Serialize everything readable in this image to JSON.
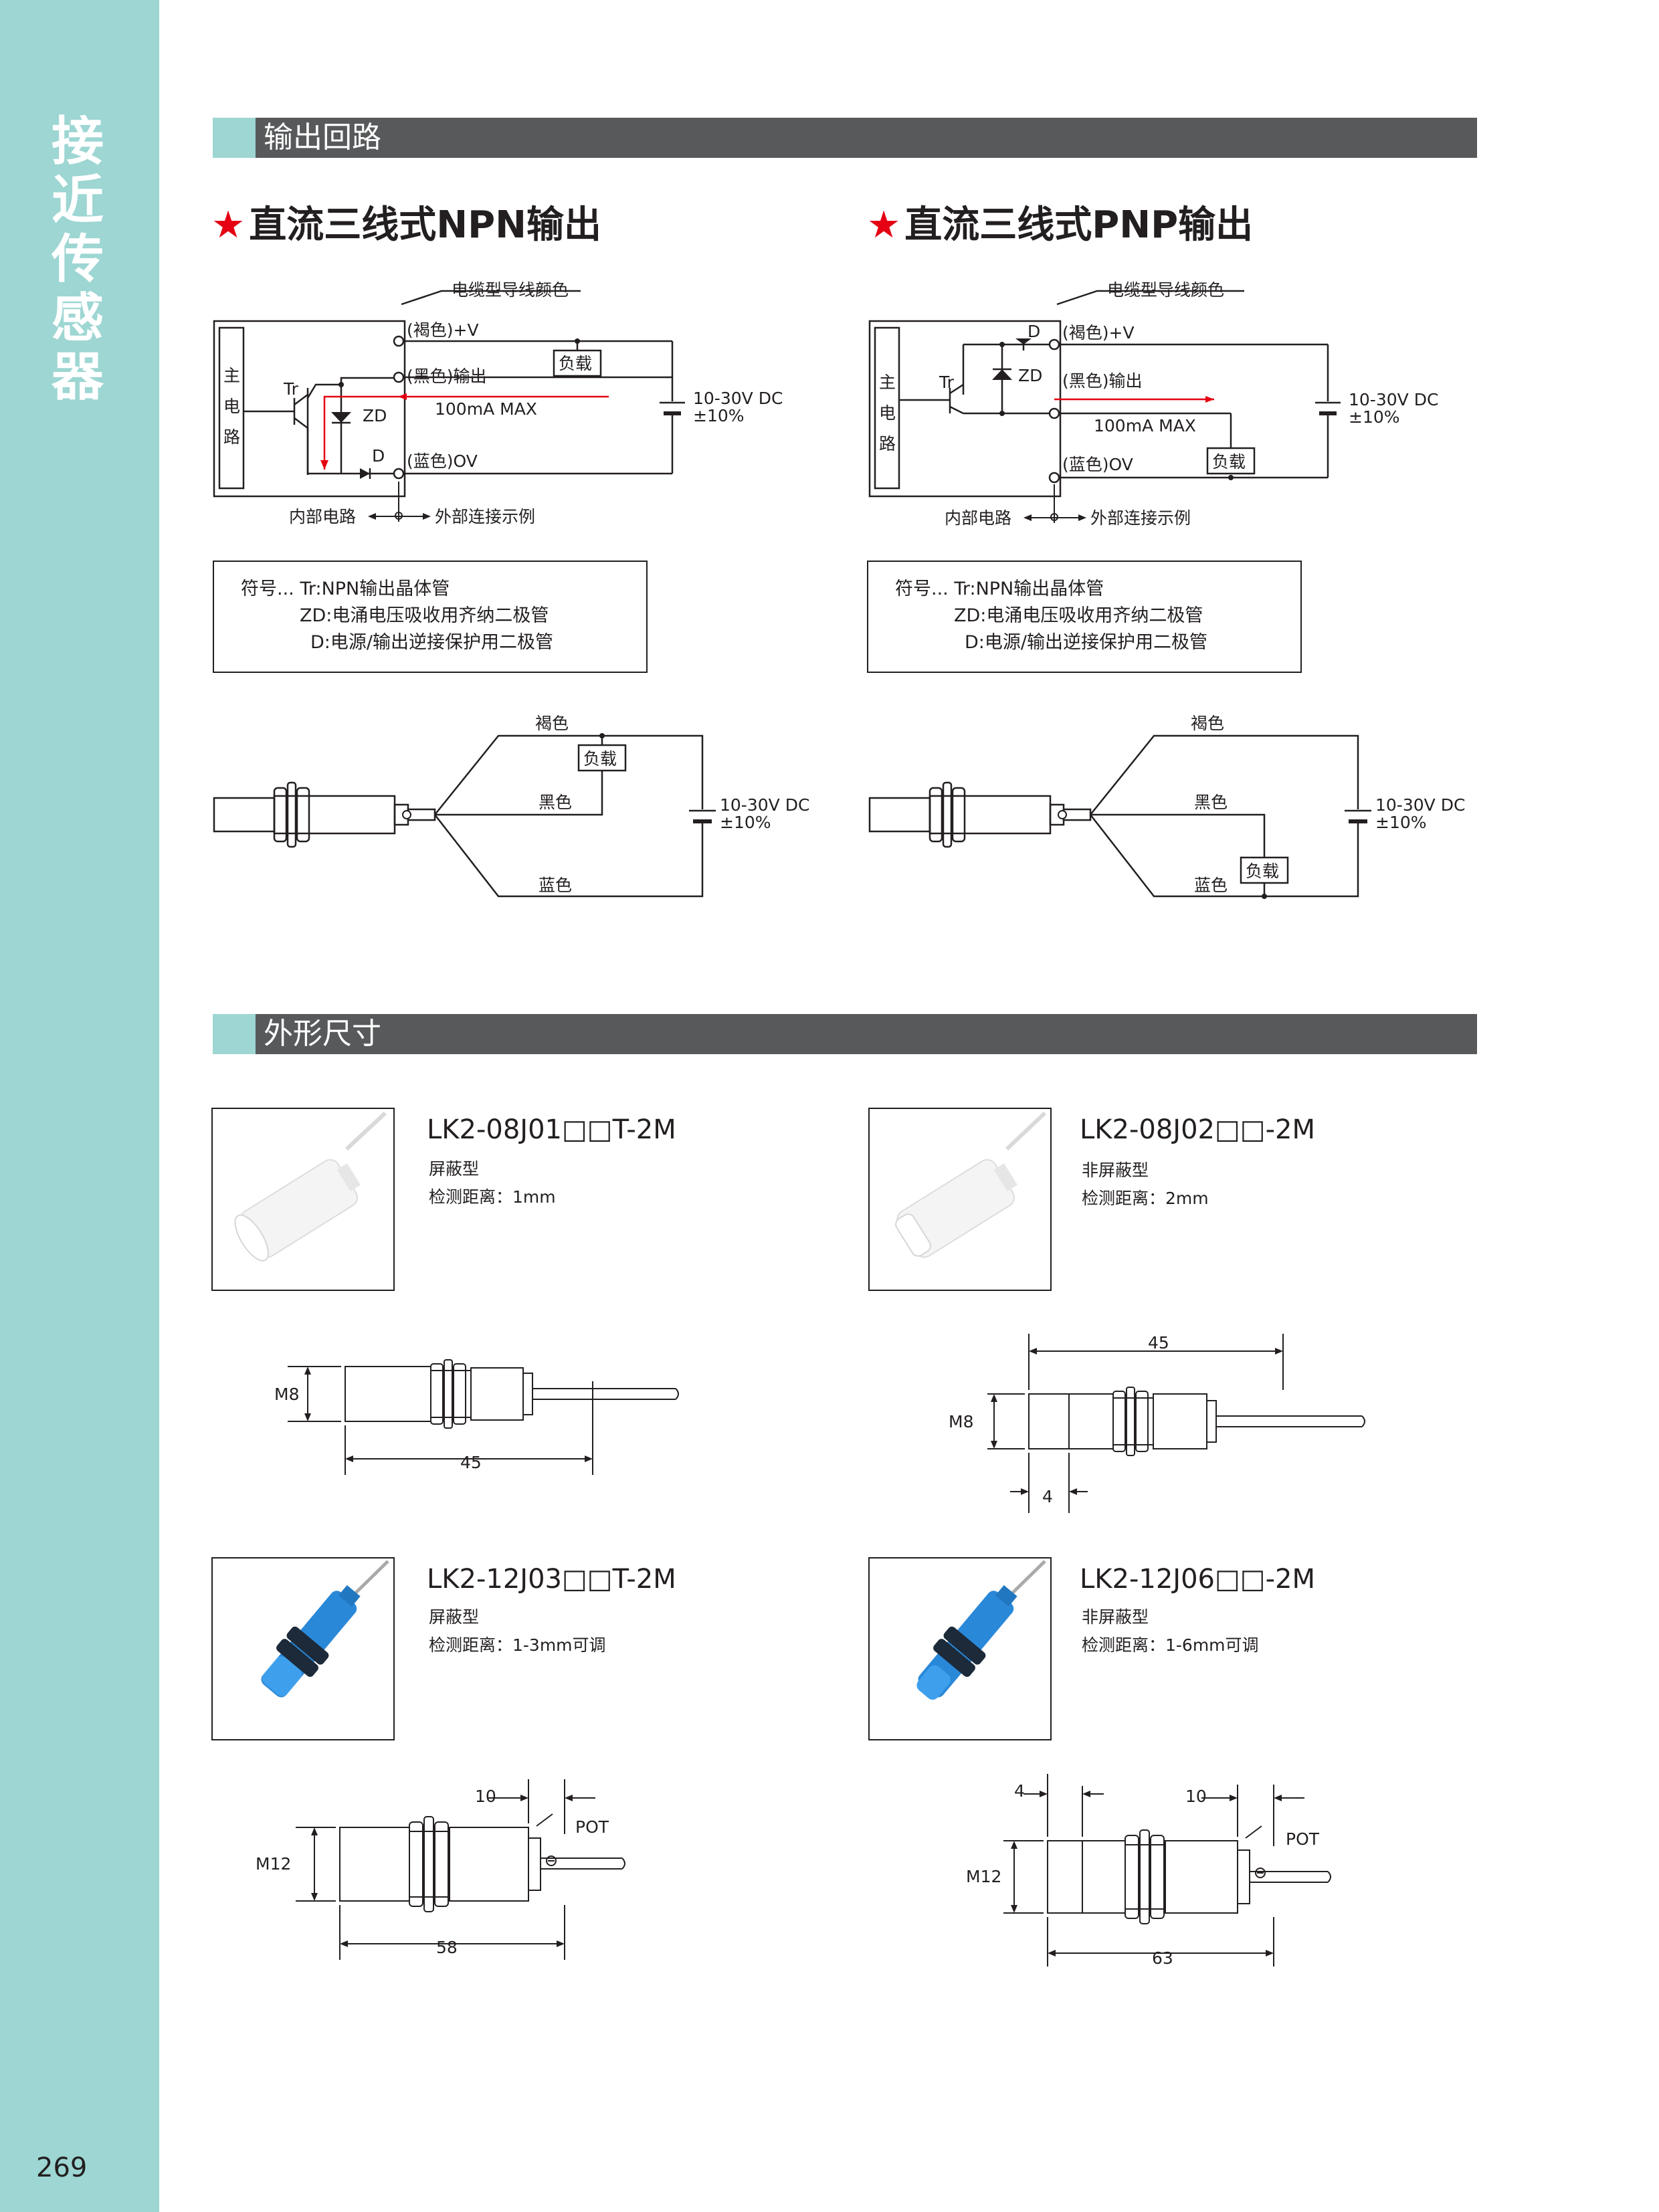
{
  "sidebar": {
    "title_chars": [
      "接",
      "近",
      "传",
      "感",
      "器"
    ],
    "page_number": "269"
  },
  "section_output": {
    "label": "输出回路"
  },
  "section_dimensions": {
    "label": "外形尺寸"
  },
  "npn": {
    "heading": "直流三线式NPN输出",
    "wire_color_caption": "电缆型导线颜色",
    "brown_v": "(褐色)+V",
    "black_out": "(黑色)输出",
    "blue_0v": "(蓝色)OV",
    "load": "负载",
    "current": "100mA MAX",
    "voltage": "10-30V DC",
    "tolerance": "±10%",
    "main_circuit_chars": [
      "主",
      "电",
      "路"
    ],
    "tr": "Tr",
    "zd": "ZD",
    "d": "D",
    "internal": "内部电路",
    "external": "外部连接示例",
    "legend_line1": "符号...   Tr:NPN输出晶体管",
    "legend_line2": "ZD:电涌电压吸收用齐纳二极管",
    "legend_line3": "D:电源/输出逆接保护用二极管",
    "wire_brown": "褐色",
    "wire_black": "黑色",
    "wire_blue": "蓝色"
  },
  "pnp": {
    "heading": "直流三线式PNP输出",
    "wire_color_caption": "电缆型导线颜色",
    "brown_v": "(褐色)+V",
    "black_out": "(黑色)输出",
    "blue_0v": "(蓝色)OV",
    "load": "负载",
    "current": "100mA MAX",
    "voltage": "10-30V DC",
    "tolerance": "±10%",
    "main_circuit_chars": [
      "主",
      "电",
      "路"
    ],
    "tr": "Tr",
    "zd": "ZD",
    "d": "D",
    "internal": "内部电路",
    "external": "外部连接示例",
    "legend_line1": "符号...   Tr:NPN输出晶体管",
    "legend_line2": "ZD:电涌电压吸收用齐纳二极管",
    "legend_line3": "D:电源/输出逆接保护用二极管",
    "wire_brown": "褐色",
    "wire_black": "黑色",
    "wire_blue": "蓝色"
  },
  "products": [
    {
      "model": "LK2-08J01□□T-2M",
      "type": "屏蔽型",
      "range": "检测距离：1mm",
      "dims": [
        "M8",
        "45"
      ],
      "body_color": "#f2f2f2"
    },
    {
      "model": "LK2-08J02□□-2M",
      "type": "非屏蔽型",
      "range": "检测距离：2mm",
      "dims": [
        "45",
        "M8",
        "4"
      ],
      "body_color": "#f2f2f2"
    },
    {
      "model": "LK2-12J03□□T-2M",
      "type": "屏蔽型",
      "range": "检测距离：1-3mm可调",
      "dims": [
        "10",
        "POT",
        "M12",
        "58"
      ],
      "body_color": "#2a88d8"
    },
    {
      "model": "LK2-12J06□□-2M",
      "type": "非屏蔽型",
      "range": "检测距离：1-6mm可调",
      "dims": [
        "4",
        "10",
        "POT",
        "M12",
        "63"
      ],
      "body_color": "#2a88d8"
    }
  ],
  "colors": {
    "accent_teal": "#9dd6d3",
    "bar_gray": "#58595b",
    "star_red": "#e50012",
    "signal_red": "#e50012"
  }
}
